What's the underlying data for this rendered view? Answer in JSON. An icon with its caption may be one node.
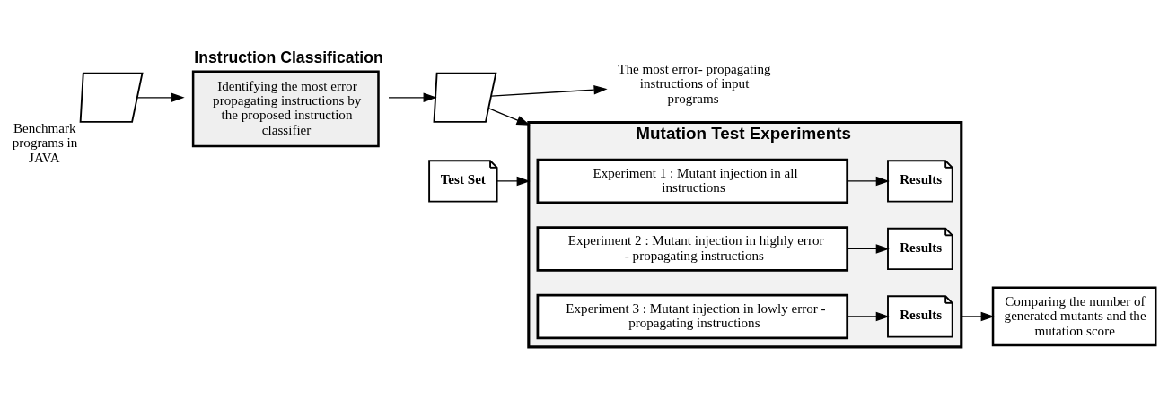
{
  "diagram": {
    "nodes": [
      {
        "text": [],
        "shape": "tape",
        "beside": [
          "Benchmark programs in JAVA"
        ]
      },
      {
        "text": [
          "Instruction Classification",
          "Identifying the most error propagating instructions by the proposed instruction classifier"
        ]
      },
      {
        "text": [],
        "shape": "tape"
      },
      {
        "text": [
          "The most error- propagating instructions of input programs"
        ]
      },
      {
        "text": [
          "Mutation Test Experiments"
        ]
      },
      {
        "text": [
          "Experiment 1 : Mutant injection in all instructions"
        ],
        "in": 4
      },
      {
        "text": [
          "Results"
        ],
        "in": 4
      },
      {
        "text": [
          "Experiment 2 : Mutant injection in highly error - propagating instructions"
        ],
        "in": 4
      },
      {
        "text": [
          "Results"
        ],
        "in": 4
      },
      {
        "text": [
          "Experiment 3 : Mutant injection in lowly error - propagating instructions"
        ],
        "in": 4
      },
      {
        "text": [
          "Results"
        ],
        "in": 4
      },
      {
        "text": [
          "Comparing the number of generated mutants and the mutation score"
        ]
      },
      {
        "text": [
          "Test Set"
        ]
      }
    ],
    "edges": [
      {
        "from": 0,
        "to": 1,
        "arrow": "to"
      },
      {
        "from": 1,
        "to": 2,
        "arrow": "to"
      },
      {
        "from": 2,
        "to": 4,
        "arrow": "to"
      },
      {
        "from": 2,
        "to": 3,
        "arrow": "to"
      },
      {
        "from": 5,
        "to": 6,
        "arrow": "to"
      },
      {
        "from": 7,
        "to": 8,
        "arrow": "to"
      },
      {
        "from": 9,
        "to": 10,
        "arrow": "to"
      },
      {
        "from": 4,
        "to": 11,
        "arrow": "to"
      },
      {
        "from": 12,
        "to": 4,
        "arrow": "to"
      }
    ]
  }
}
